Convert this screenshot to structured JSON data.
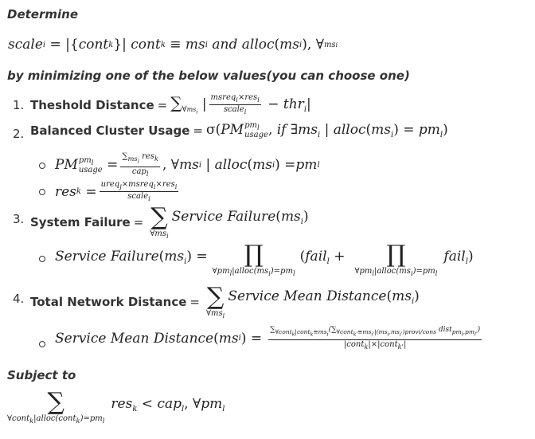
{
  "heading_determine": "Determine",
  "formula_scale": "scale_i = |{cont_k}| cont_k ≡ ms_i and alloc(ms_i), ∀ms_i",
  "heading_minimize": "by minimizing one of the below values(you can choose one)",
  "items": [
    {
      "number": "1.",
      "label": "Theshold Distance"
    },
    {
      "number": "2.",
      "label": "Balanced Cluster Usage"
    },
    {
      "number": "3.",
      "label": "System Failure"
    },
    {
      "number": "4.",
      "label": "Total Network Distance"
    }
  ],
  "equals_sign": "=",
  "heading_subject": "Subject to"
}
